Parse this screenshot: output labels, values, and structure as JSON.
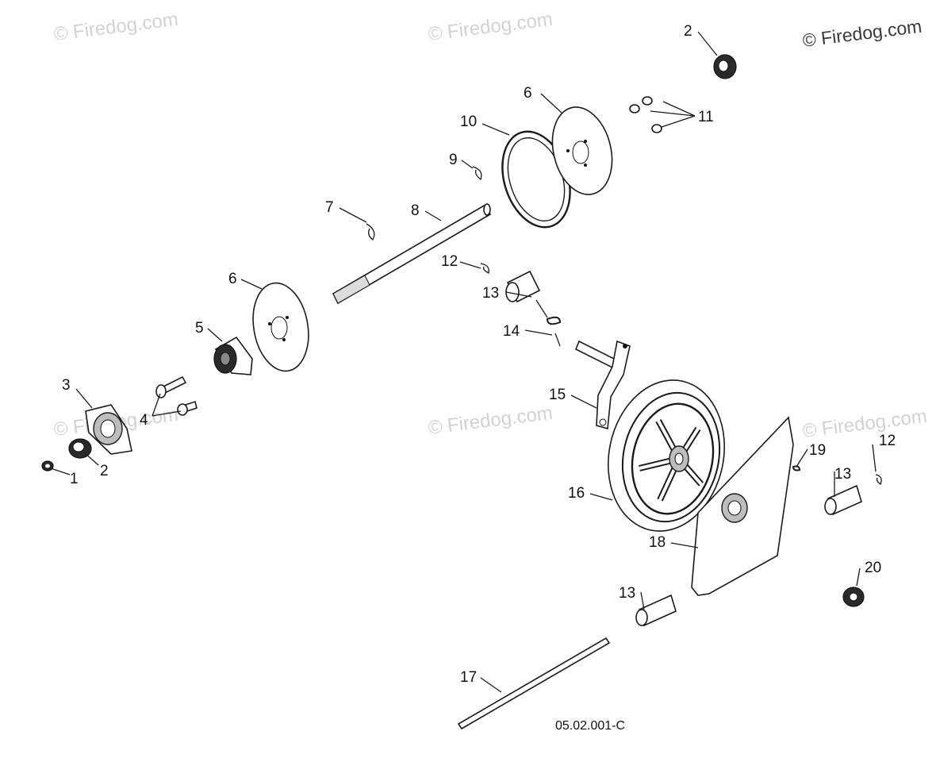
{
  "diagram": {
    "drawing_code": "05.02.001-C",
    "watermarks": [
      "© Firedog.com",
      "© Firedog.com",
      "© Firedog.com",
      "© Firedog.com",
      "© Firedog.com",
      "© Firedog.com"
    ],
    "callouts": [
      "1",
      "2",
      "3",
      "4",
      "5",
      "6",
      "7",
      "8",
      "9",
      "10",
      "11",
      "12",
      "13",
      "14",
      "15",
      "16",
      "17",
      "18",
      "19",
      "20",
      "2",
      "6",
      "12",
      "13",
      "13"
    ],
    "colors": {
      "line": "#1a1a1a",
      "watermark": "#d2d2d2",
      "background": "#ffffff"
    }
  }
}
